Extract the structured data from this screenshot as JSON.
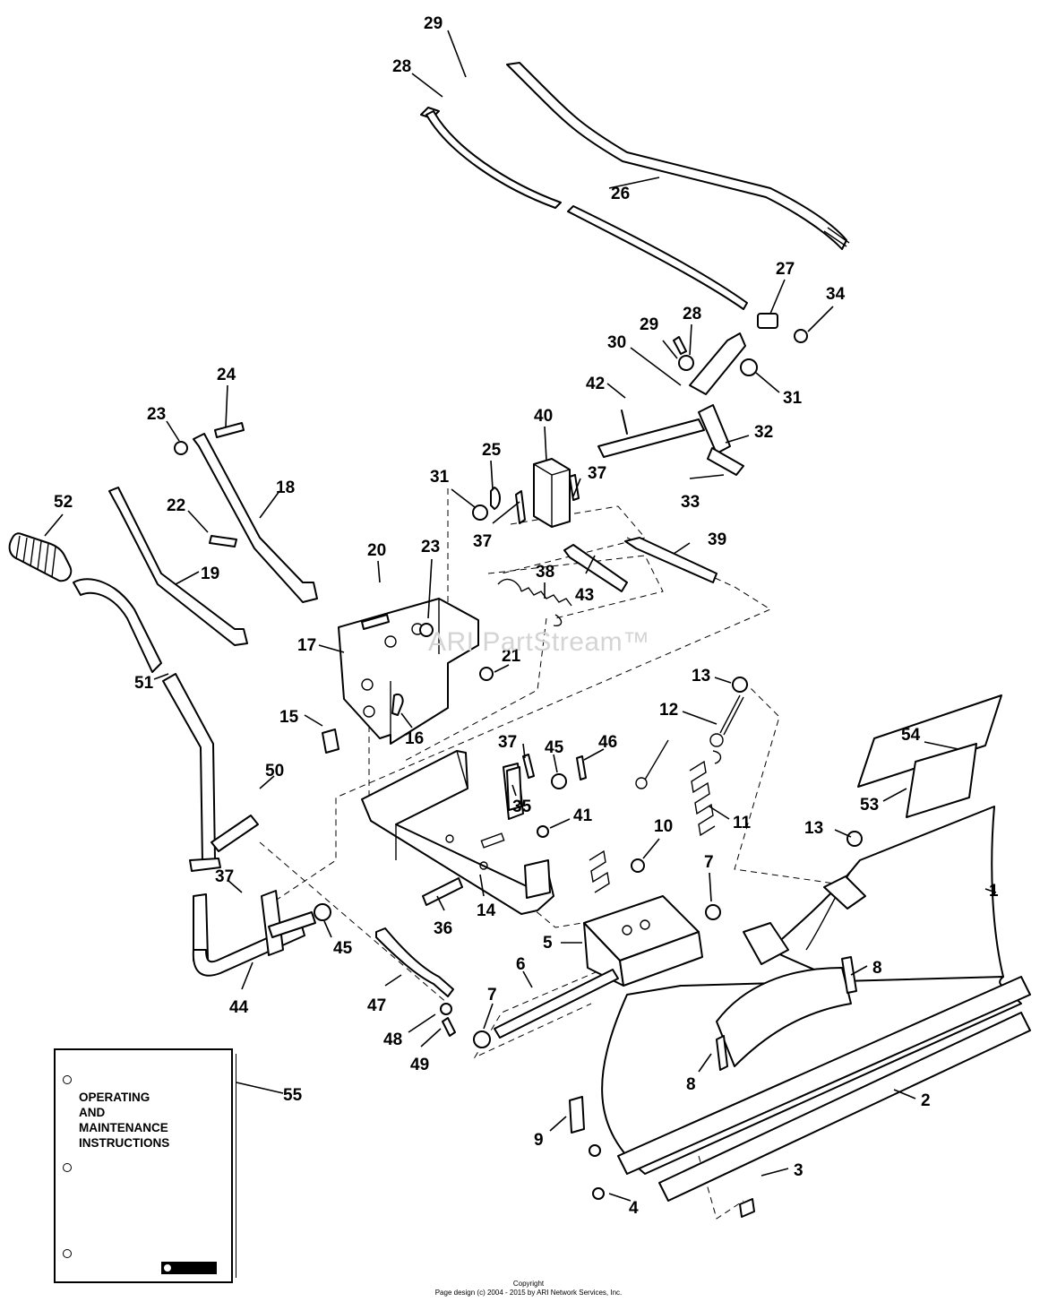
{
  "watermark": "ARI PartStream™",
  "manual": {
    "title": "OPERATING\nAND\nMAINTENANCE\nINSTRUCTIONS"
  },
  "copyright": {
    "line1": "Copyright",
    "line2": "Page design (c) 2004 - 2015 by ARI Network Services, Inc."
  },
  "callouts": [
    {
      "id": "c29a",
      "label": "29"
    },
    {
      "id": "c28a",
      "label": "28"
    },
    {
      "id": "c26",
      "label": "26"
    },
    {
      "id": "c27",
      "label": "27"
    },
    {
      "id": "c34",
      "label": "34"
    },
    {
      "id": "c29b",
      "label": "29"
    },
    {
      "id": "c28b",
      "label": "28"
    },
    {
      "id": "c30",
      "label": "30"
    },
    {
      "id": "c31a",
      "label": "31"
    },
    {
      "id": "c42",
      "label": "42"
    },
    {
      "id": "c32",
      "label": "32"
    },
    {
      "id": "c33",
      "label": "33"
    },
    {
      "id": "c40",
      "label": "40"
    },
    {
      "id": "c25",
      "label": "25"
    },
    {
      "id": "c31b",
      "label": "31"
    },
    {
      "id": "c37a",
      "label": "37"
    },
    {
      "id": "c37b",
      "label": "37"
    },
    {
      "id": "c39",
      "label": "39"
    },
    {
      "id": "c43",
      "label": "43"
    },
    {
      "id": "c38",
      "label": "38"
    },
    {
      "id": "c24",
      "label": "24"
    },
    {
      "id": "c23a",
      "label": "23"
    },
    {
      "id": "c18",
      "label": "18"
    },
    {
      "id": "c22",
      "label": "22"
    },
    {
      "id": "c52",
      "label": "52"
    },
    {
      "id": "c19",
      "label": "19"
    },
    {
      "id": "c20",
      "label": "20"
    },
    {
      "id": "c23b",
      "label": "23"
    },
    {
      "id": "c17",
      "label": "17"
    },
    {
      "id": "c21",
      "label": "21"
    },
    {
      "id": "c15",
      "label": "15"
    },
    {
      "id": "c16",
      "label": "16"
    },
    {
      "id": "c51",
      "label": "51"
    },
    {
      "id": "c13a",
      "label": "13"
    },
    {
      "id": "c12",
      "label": "12"
    },
    {
      "id": "c54",
      "label": "54"
    },
    {
      "id": "c53",
      "label": "53"
    },
    {
      "id": "c37c",
      "label": "37"
    },
    {
      "id": "c45a",
      "label": "45"
    },
    {
      "id": "c46",
      "label": "46"
    },
    {
      "id": "c35",
      "label": "35"
    },
    {
      "id": "c41",
      "label": "41"
    },
    {
      "id": "c11",
      "label": "11"
    },
    {
      "id": "c10",
      "label": "10"
    },
    {
      "id": "c13b",
      "label": "13"
    },
    {
      "id": "c7a",
      "label": "7"
    },
    {
      "id": "c1",
      "label": "1"
    },
    {
      "id": "c50",
      "label": "50"
    },
    {
      "id": "c37d",
      "label": "37"
    },
    {
      "id": "c45b",
      "label": "45"
    },
    {
      "id": "c36",
      "label": "36"
    },
    {
      "id": "c14",
      "label": "14"
    },
    {
      "id": "c5",
      "label": "5"
    },
    {
      "id": "c6",
      "label": "6"
    },
    {
      "id": "c8a",
      "label": "8"
    },
    {
      "id": "c44",
      "label": "44"
    },
    {
      "id": "c47",
      "label": "47"
    },
    {
      "id": "c48",
      "label": "48"
    },
    {
      "id": "c49",
      "label": "49"
    },
    {
      "id": "c7b",
      "label": "7"
    },
    {
      "id": "c8b",
      "label": "8"
    },
    {
      "id": "c2",
      "label": "2"
    },
    {
      "id": "c55",
      "label": "55"
    },
    {
      "id": "c9",
      "label": "9"
    },
    {
      "id": "c3",
      "label": "3"
    },
    {
      "id": "c4",
      "label": "4"
    }
  ]
}
